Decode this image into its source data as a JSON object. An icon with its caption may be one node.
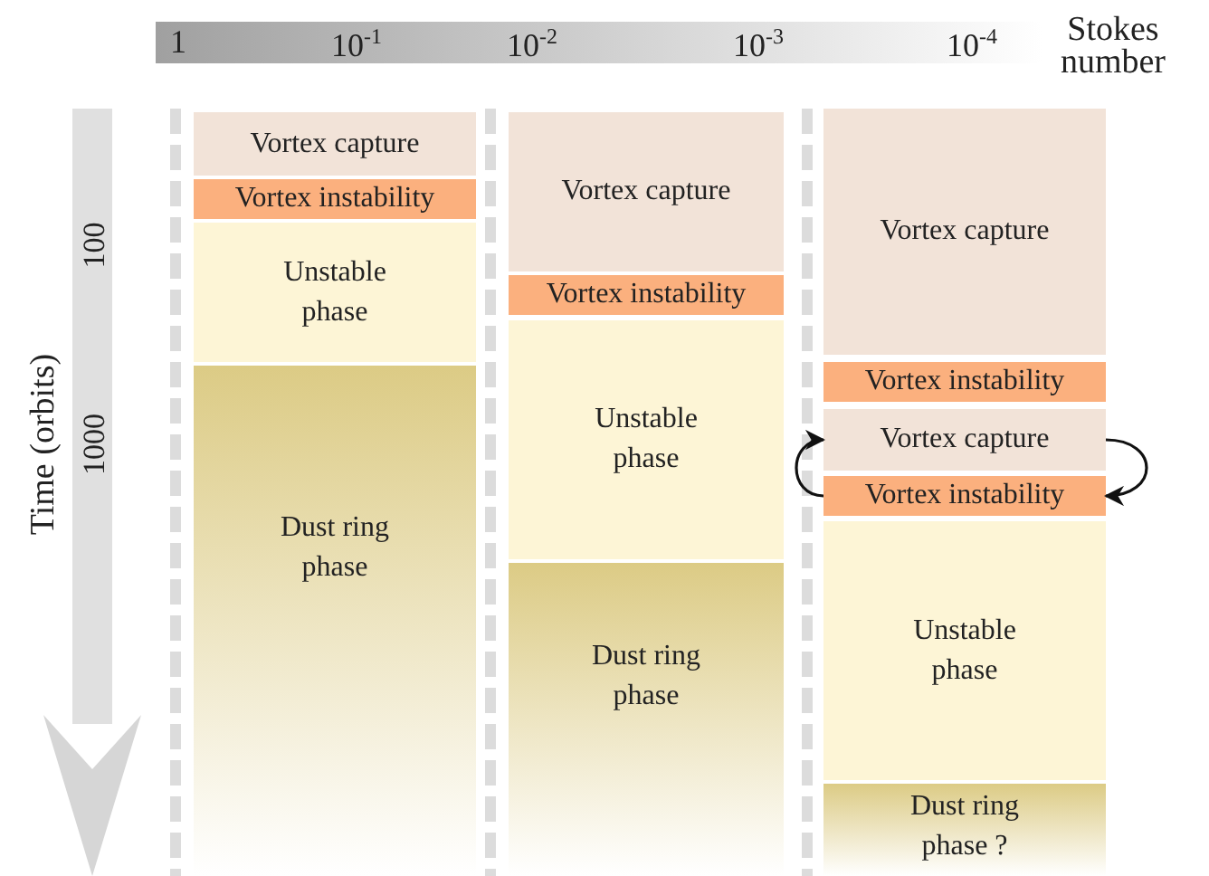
{
  "diagram": {
    "nodes": [
      {
        "text": [
          "Vortex capture"
        ]
      },
      {
        "text": [
          "Vortex instability"
        ]
      },
      {
        "text": [
          "Unstable phase"
        ]
      },
      {
        "text": [
          "Dust ring phase"
        ]
      },
      {
        "text": [
          "Vortex capture"
        ]
      },
      {
        "text": [
          "Vortex instability"
        ]
      },
      {
        "text": [
          "Unstable phase"
        ]
      },
      {
        "text": [
          "Dust ring phase"
        ]
      },
      {
        "text": [
          "Vortex capture"
        ]
      },
      {
        "text": [
          "Vortex instability"
        ]
      },
      {
        "text": [
          "Vortex capture"
        ]
      },
      {
        "text": [
          "Vortex instability"
        ]
      },
      {
        "text": [
          "Unstable phase"
        ]
      },
      {
        "text": [
          "Dust ring phase ?"
        ]
      }
    ],
    "edges": [
      {
        "from": 11,
        "to": 10,
        "arrow": "to"
      },
      {
        "from": 10,
        "to": 11,
        "arrow": "to"
      }
    ],
    "labels": [
      "1",
      "10$^{-1}$",
      "10$^{-2}$",
      "10$^{-3}$",
      "10$^{-4}$",
      "Stokes number",
      "Time (orbits)",
      "100",
      "1000"
    ]
  }
}
